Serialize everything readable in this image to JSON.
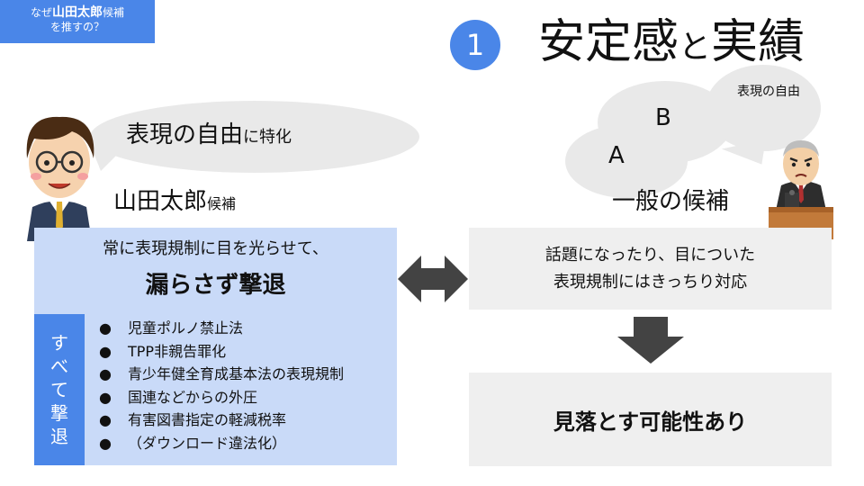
{
  "tag": {
    "prefix": "なぜ",
    "name": "山田太郎",
    "suffix": "候補",
    "line2": "を推すの？"
  },
  "title": {
    "number": "1",
    "part1": "安定感",
    "part2": "と",
    "part3": "実績"
  },
  "left": {
    "bubble_main": "表現の自由",
    "bubble_small": "に特化",
    "name": "山田太郎",
    "name_suffix": "候補",
    "box_line1": "常に表現規制に目を光らせて、",
    "box_line2": "漏らさず撃退",
    "vertical_label": [
      "す",
      "べ",
      "て",
      "撃",
      "退"
    ],
    "bullets": [
      "児童ポルノ禁止法",
      "TPP非親告罪化",
      "青少年健全育成基本法の表現規制",
      "国連などからの外圧",
      "有害図書指定の軽減税率",
      "（ダウンロード違法化）"
    ],
    "bullet_symbol": "●"
  },
  "right": {
    "cloud_a": "A",
    "cloud_b": "B",
    "cloud_c": "表現の自由",
    "name": "一般の候補",
    "box_line1": "話題になったり、目についた",
    "box_line2": "表現規制にはきっちり対応",
    "conclusion": "見落とす可能性あり"
  },
  "colors": {
    "accent": "#4a86e8",
    "light_blue": "#c9daf8",
    "gray_box": "#efefef",
    "arrow": "#434343"
  }
}
